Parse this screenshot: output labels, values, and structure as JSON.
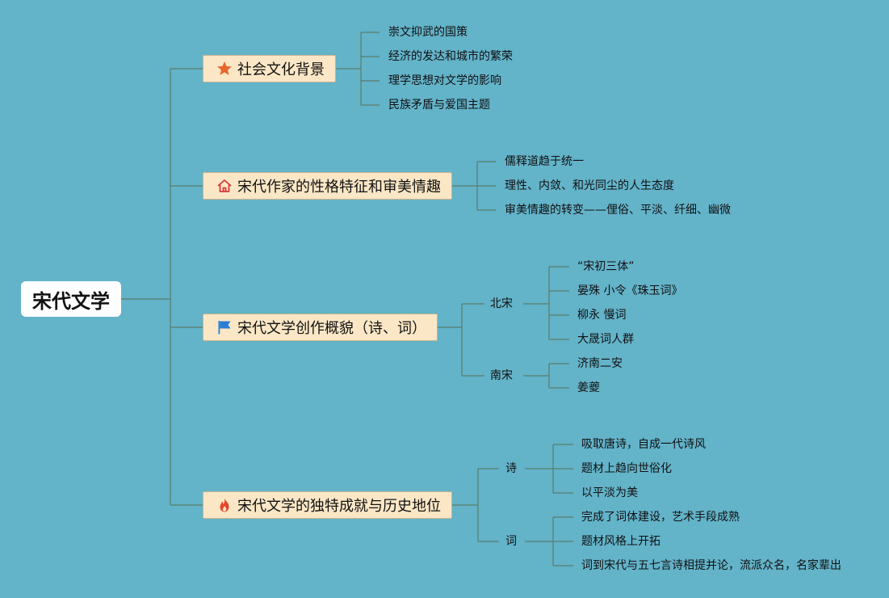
{
  "root": {
    "title": "宋代文学"
  },
  "branches": [
    {
      "label": "社会文化背景",
      "icon": "star-icon",
      "leaves": [
        "崇文抑武的国策",
        "经济的发达和城市的繁荣",
        "理学思想对文学的影响",
        "民族矛盾与爱国主题"
      ]
    },
    {
      "label": "宋代作家的性格特征和审美情趣",
      "icon": "home-icon",
      "leaves": [
        "儒释道趋于统一",
        "理性、内敛、和光同尘的人生态度",
        "审美情趣的转变——俚俗、平淡、纤细、幽微"
      ]
    },
    {
      "label": "宋代文学创作概貌（诗、词）",
      "icon": "flag-icon",
      "groups": [
        {
          "label": "北宋",
          "leaves": [
            "“宋初三体”",
            "晏殊 小令《珠玉词》",
            "柳永 慢词",
            "大晟词人群"
          ]
        },
        {
          "label": "南宋",
          "leaves": [
            "济南二安",
            "姜夔"
          ]
        }
      ]
    },
    {
      "label": "宋代文学的独特成就与历史地位",
      "icon": "fire-icon",
      "groups": [
        {
          "label": "诗",
          "leaves": [
            "吸取唐诗，自成一代诗风",
            "题材上趋向世俗化",
            "以平淡为美"
          ]
        },
        {
          "label": "词",
          "leaves": [
            "完成了词体建设，艺术手段成熟",
            "题材风格上开拓",
            "词到宋代与五七言诗相提并论，流派众名，名家辈出"
          ]
        }
      ]
    }
  ],
  "colors": {
    "background": "#63b3c9",
    "line": "#5a7d6a",
    "branch_fill": "#fbe7c6",
    "star": "#e8662c",
    "home": "#d83a3a",
    "flag": "#2a7fd4",
    "fire": "#e8442a"
  }
}
